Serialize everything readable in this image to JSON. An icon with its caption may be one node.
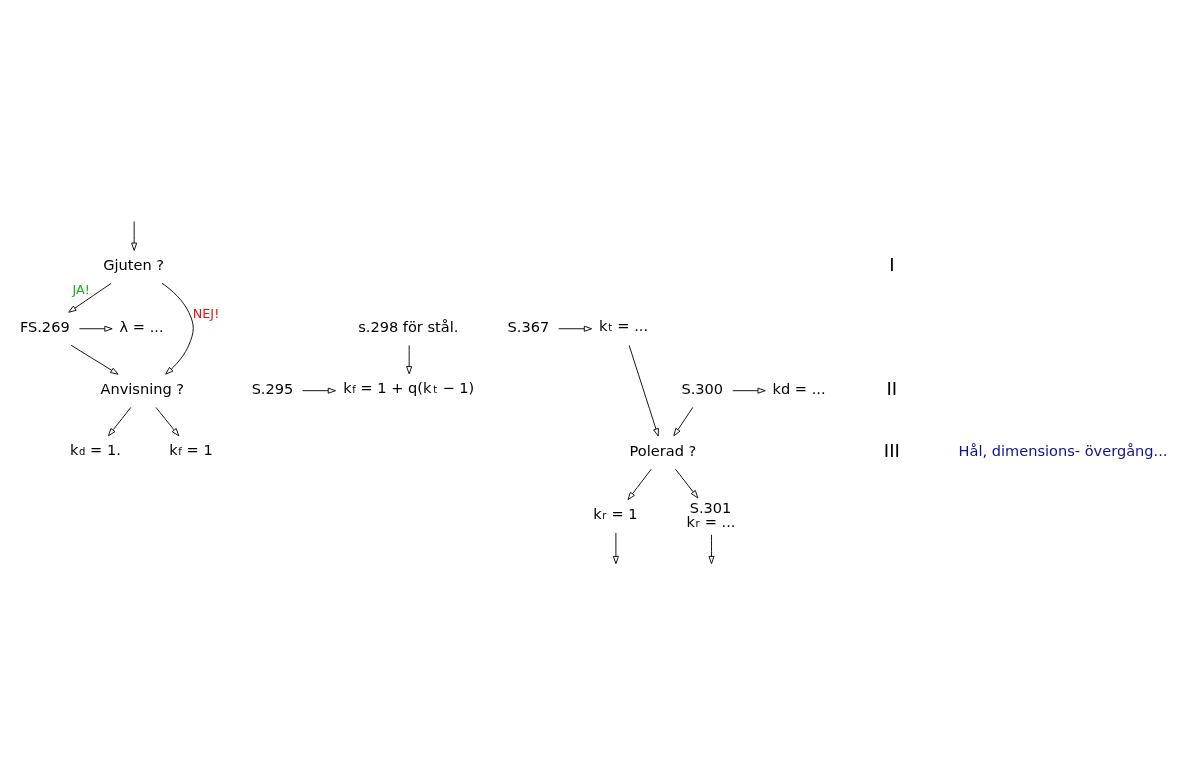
{
  "diagram": {
    "nodes": [
      {
        "text": [
          "Gjuten ?"
        ]
      },
      {
        "text": [
          "FS.269"
        ]
      },
      {
        "text": [
          "λ = ..."
        ]
      },
      {
        "text": [
          "Anvisning ?"
        ]
      },
      {
        "text": [
          "k$_{d}$ = 1."
        ]
      },
      {
        "text": [
          "S.295"
        ]
      },
      {
        "text": [
          "k$_{f}$ = 1 + q(k$_{t}$ − 1)"
        ]
      },
      {
        "text": [
          "S.367"
        ]
      },
      {
        "text": [
          "k$_{t}$ = ..."
        ]
      },
      {
        "text": [
          "s.298 för stål."
        ]
      },
      {
        "text": [
          "k$_{f}$ = 1"
        ]
      },
      {
        "text": [
          "S.300"
        ]
      },
      {
        "text": [
          "kd = ..."
        ]
      },
      {
        "text": [
          "Polerad ?"
        ]
      },
      {
        "text": [
          "k$_{r}$ = 1"
        ]
      },
      {
        "text": [
          "S.301",
          "k$_{r}$ = ..."
        ]
      }
    ],
    "edges": [
      {
        "from": null,
        "to": 0,
        "arrow": "to"
      },
      {
        "from": 0,
        "to": 1,
        "arrow": "to",
        "label": "JA!"
      },
      {
        "from": 1,
        "to": 2,
        "arrow": "to"
      },
      {
        "from": 1,
        "to": 3,
        "arrow": "to"
      },
      {
        "from": 0,
        "to": 3,
        "arrow": "to",
        "label": "NEJ!"
      },
      {
        "from": 3,
        "to": 4,
        "arrow": "to"
      },
      {
        "from": 3,
        "to": 10,
        "arrow": "to"
      },
      {
        "from": 5,
        "to": 6,
        "arrow": "to"
      },
      {
        "from": 7,
        "to": 8,
        "arrow": "to"
      },
      {
        "from": 9,
        "to": 6,
        "arrow": "to"
      },
      {
        "from": 8,
        "to": 13,
        "arrow": "to"
      },
      {
        "from": 11,
        "to": 13,
        "arrow": "to"
      },
      {
        "from": 11,
        "to": 12,
        "arrow": "to"
      },
      {
        "from": 13,
        "to": 14,
        "arrow": "to"
      },
      {
        "from": 13,
        "to": 15,
        "arrow": "to"
      },
      {
        "from": 14,
        "to": null,
        "arrow": "to"
      },
      {
        "from": 15,
        "to": null,
        "arrow": "to"
      }
    ],
    "labels": [
      "I",
      "II",
      "Hål, dimensions- övergång...",
      "III"
    ]
  }
}
